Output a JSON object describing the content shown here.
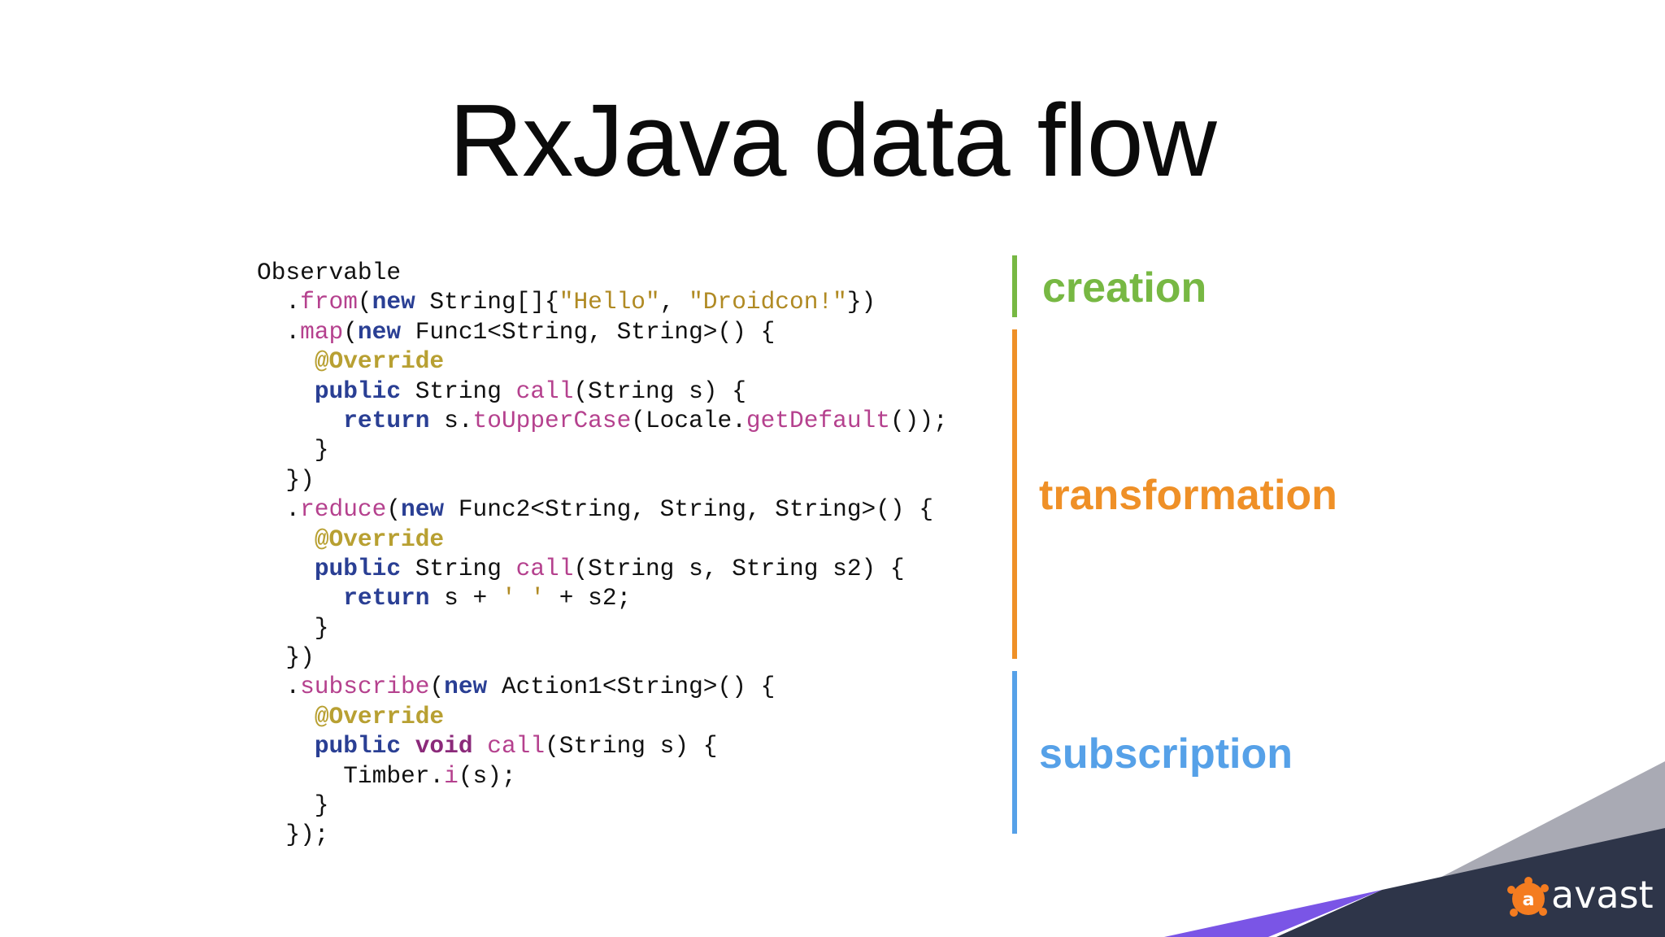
{
  "slide": {
    "title": "RxJava data flow"
  },
  "code": {
    "lines": [
      [
        {
          "t": "Observable",
          "c": "p"
        }
      ],
      [
        {
          "t": "  .",
          "c": "p"
        },
        {
          "t": "from",
          "c": "m"
        },
        {
          "t": "(",
          "c": "p"
        },
        {
          "t": "new",
          "c": "kw"
        },
        {
          "t": " String[]{",
          "c": "p"
        },
        {
          "t": "\"Hello\"",
          "c": "s"
        },
        {
          "t": ", ",
          "c": "p"
        },
        {
          "t": "\"Droidcon!\"",
          "c": "s"
        },
        {
          "t": "})",
          "c": "p"
        }
      ],
      [
        {
          "t": "  .",
          "c": "p"
        },
        {
          "t": "map",
          "c": "m"
        },
        {
          "t": "(",
          "c": "p"
        },
        {
          "t": "new",
          "c": "kw"
        },
        {
          "t": " Func1<String, String>() {",
          "c": "p"
        }
      ],
      [
        {
          "t": "    ",
          "c": "p"
        },
        {
          "t": "@Override",
          "c": "an"
        }
      ],
      [
        {
          "t": "    ",
          "c": "p"
        },
        {
          "t": "public",
          "c": "kw"
        },
        {
          "t": " String ",
          "c": "p"
        },
        {
          "t": "call",
          "c": "m"
        },
        {
          "t": "(String s) {",
          "c": "p"
        }
      ],
      [
        {
          "t": "      ",
          "c": "p"
        },
        {
          "t": "return",
          "c": "kw"
        },
        {
          "t": " s.",
          "c": "p"
        },
        {
          "t": "toUpperCase",
          "c": "m"
        },
        {
          "t": "(Locale.",
          "c": "p"
        },
        {
          "t": "getDefault",
          "c": "m"
        },
        {
          "t": "());",
          "c": "p"
        }
      ],
      [
        {
          "t": "    }",
          "c": "p"
        }
      ],
      [
        {
          "t": "  })",
          "c": "p"
        }
      ],
      [
        {
          "t": "  .",
          "c": "p"
        },
        {
          "t": "reduce",
          "c": "m"
        },
        {
          "t": "(",
          "c": "p"
        },
        {
          "t": "new",
          "c": "kw"
        },
        {
          "t": " Func2<String, String, String>() {",
          "c": "p"
        }
      ],
      [
        {
          "t": "    ",
          "c": "p"
        },
        {
          "t": "@Override",
          "c": "an"
        }
      ],
      [
        {
          "t": "    ",
          "c": "p"
        },
        {
          "t": "public",
          "c": "kw"
        },
        {
          "t": " String ",
          "c": "p"
        },
        {
          "t": "call",
          "c": "m"
        },
        {
          "t": "(String s, String s2) {",
          "c": "p"
        }
      ],
      [
        {
          "t": "      ",
          "c": "p"
        },
        {
          "t": "return",
          "c": "kw"
        },
        {
          "t": " s + ",
          "c": "p"
        },
        {
          "t": "' '",
          "c": "s"
        },
        {
          "t": " + s2;",
          "c": "p"
        }
      ],
      [
        {
          "t": "    }",
          "c": "p"
        }
      ],
      [
        {
          "t": "  })",
          "c": "p"
        }
      ],
      [
        {
          "t": "  .",
          "c": "p"
        },
        {
          "t": "subscribe",
          "c": "m"
        },
        {
          "t": "(",
          "c": "p"
        },
        {
          "t": "new",
          "c": "kw"
        },
        {
          "t": " Action1<String>() {",
          "c": "p"
        }
      ],
      [
        {
          "t": "    ",
          "c": "p"
        },
        {
          "t": "@Override",
          "c": "an"
        }
      ],
      [
        {
          "t": "    ",
          "c": "p"
        },
        {
          "t": "public",
          "c": "kw"
        },
        {
          "t": " ",
          "c": "p"
        },
        {
          "t": "void",
          "c": "void"
        },
        {
          "t": " ",
          "c": "p"
        },
        {
          "t": "call",
          "c": "m"
        },
        {
          "t": "(String s) {",
          "c": "p"
        }
      ],
      [
        {
          "t": "      Timber.",
          "c": "p"
        },
        {
          "t": "i",
          "c": "m"
        },
        {
          "t": "(s);",
          "c": "p"
        }
      ],
      [
        {
          "t": "    }",
          "c": "p"
        }
      ],
      [
        {
          "t": "  });",
          "c": "p"
        }
      ]
    ]
  },
  "sections": {
    "creation": {
      "label": "creation",
      "color": "#77b843"
    },
    "transformation": {
      "label": "transformation",
      "color": "#ef9027"
    },
    "subscription": {
      "label": "subscription",
      "color": "#56a1e8"
    }
  },
  "brand": {
    "logo_icon": "avast-logo-icon",
    "name": "avast",
    "logo_color": "#f47c20",
    "band_dark": "#2e3549",
    "band_gray": "#a9aab4",
    "band_purple": "#7a55e6"
  }
}
